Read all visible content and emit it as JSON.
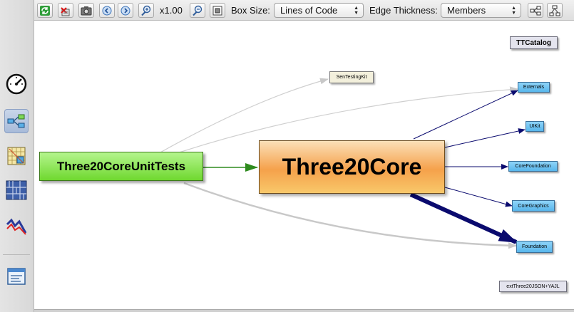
{
  "toolbar": {
    "zoom_level": "x1.00",
    "box_size_label": "Box Size:",
    "box_size_value": "Lines of Code",
    "edge_thickness_label": "Edge Thickness:",
    "edge_thickness_value": "Members",
    "icons": [
      "refresh-icon",
      "delete-icon",
      "screenshot-icon",
      "back-icon",
      "forward-icon",
      "zoom-in-icon",
      "zoom-out-icon",
      "fit-to-window-icon",
      "layout-horizontal-icon",
      "layout-vertical-icon"
    ]
  },
  "sidebar": {
    "items": [
      {
        "name": "metrics-gauge-icon",
        "active": false
      },
      {
        "name": "dependency-graph-icon",
        "active": true
      },
      {
        "name": "dependency-matrix-icon",
        "active": false
      },
      {
        "name": "treemap-icon",
        "active": false
      },
      {
        "name": "trend-chart-icon",
        "active": false
      },
      {
        "name": "query-window-icon",
        "active": false
      }
    ]
  },
  "graph": {
    "nodes": {
      "ttcatalog": "TTCatalog",
      "sentestingkit": "SenTestingKit",
      "externals": "Externals",
      "uikit": "UIKit",
      "corefoundation": "CoreFoundation",
      "coregraphics": "CoreGraphics",
      "foundation": "Foundation",
      "unittests": "Three20CoreUnitTests",
      "core": "Three20Core",
      "json": "extThree20JSON+YAJL"
    },
    "colors": {
      "dependency_edge": "#0a0a6e",
      "test_edge": "#2e8b1e",
      "unused_edge": "#c8c8c8",
      "selected_node": "#f6a74a",
      "caller_node": "#7ee53a",
      "callee_node": "#6cc3f2"
    }
  }
}
